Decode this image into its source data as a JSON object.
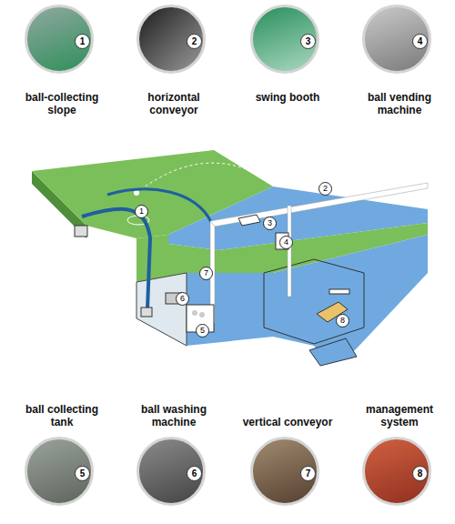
{
  "diagram": {
    "nodes": [
      {
        "text": [
          "1",
          "ball-collecting slope"
        ]
      },
      {
        "text": [
          "2",
          "horizontal conveyor"
        ]
      },
      {
        "text": [
          "3",
          "swing booth"
        ]
      },
      {
        "text": [
          "4",
          "ball vending machine"
        ]
      },
      {
        "text": [
          "5",
          "ball collecting tank"
        ]
      },
      {
        "text": [
          "6",
          "ball washing machine"
        ]
      },
      {
        "text": [
          "7",
          "vertical conveyor"
        ]
      },
      {
        "text": [
          "8",
          "management system"
        ]
      }
    ],
    "labels": [
      "1",
      "2",
      "3",
      "4",
      "5",
      "6",
      "7",
      "8"
    ]
  }
}
